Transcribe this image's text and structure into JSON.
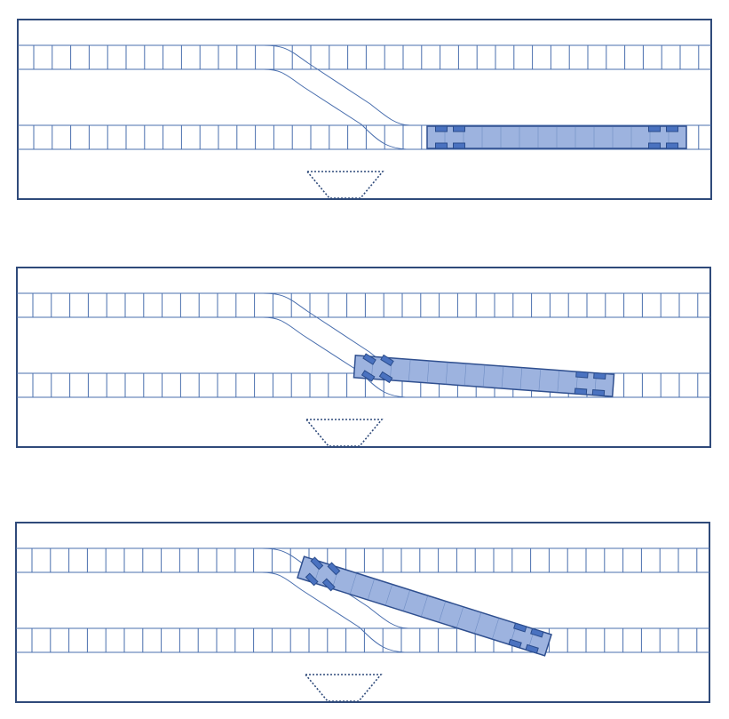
{
  "colors": {
    "frame": "#2f4a7a",
    "track": "#4a6fae",
    "vehicle_fill": "#9db3df",
    "vehicle_stroke": "#2f4f8f",
    "wheel_fill": "#4a72c0",
    "wheel_stroke": "#2a4c8c",
    "background": "#ffffff"
  },
  "panels": [
    {
      "step": 1,
      "vehicle_state": "on-lower-track"
    },
    {
      "step": 2,
      "vehicle_state": "turning"
    },
    {
      "step": 3,
      "vehicle_state": "crossing"
    }
  ],
  "icons": [
    "rail-track",
    "crossover-curve",
    "bus-vehicle",
    "wheel",
    "pit-trapezoid"
  ]
}
